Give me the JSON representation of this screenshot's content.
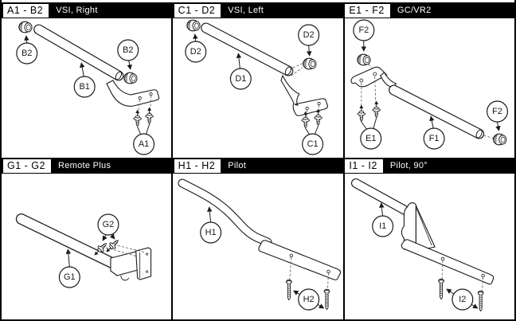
{
  "page": {
    "background": "#ffffff",
    "line_color": "#1a1a1a",
    "header_bg": "#000000",
    "header_text_color": "#ffffff"
  },
  "panels": [
    {
      "code": "A1 - B2",
      "title": "VSI, Right",
      "callouts": [
        "B2",
        "B2",
        "B1",
        "A1"
      ]
    },
    {
      "code": "C1 - D2",
      "title": "VSI, Left",
      "callouts": [
        "D2",
        "D2",
        "D1",
        "C1"
      ]
    },
    {
      "code": "E1 - F2",
      "title": "GC/VR2",
      "callouts": [
        "F2",
        "E1",
        "F1",
        "F2"
      ]
    },
    {
      "code": "G1 - G2",
      "title": "Remote Plus",
      "callouts": [
        "G2",
        "G1"
      ]
    },
    {
      "code": "H1 - H2",
      "title": "Pilot",
      "callouts": [
        "H1",
        "H2"
      ]
    },
    {
      "code": "I1 - I2",
      "title": "Pilot, 90°",
      "callouts": [
        "I1",
        "I2"
      ]
    }
  ],
  "icons": {
    "knob": "threaded-joystick-knob-icon",
    "screw": "screw-with-washer-icon",
    "bolt": "machine-bolt-icon",
    "arrow": "leader-arrowhead-icon"
  }
}
